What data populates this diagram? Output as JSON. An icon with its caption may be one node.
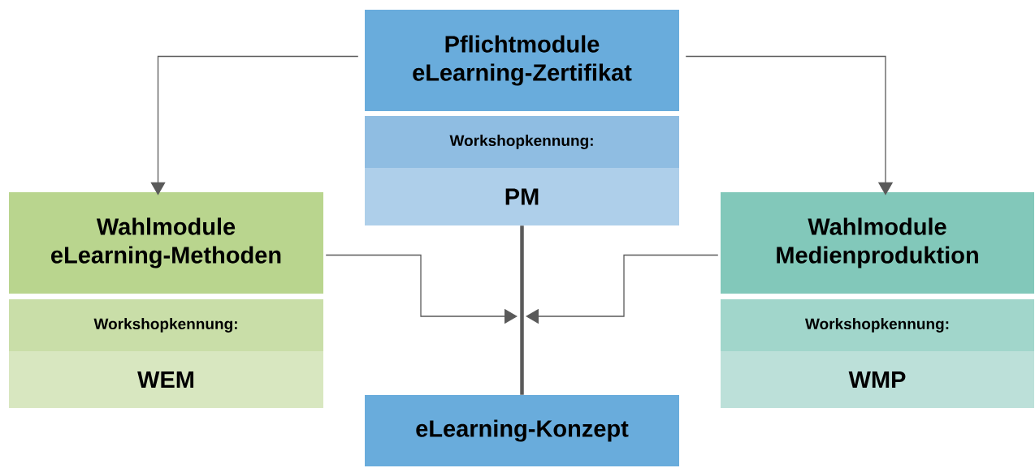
{
  "diagram": {
    "nodes": [
      {
        "text": [
          "Pflichtmodule eLearning-Zertifikat"
        ]
      },
      {
        "text": [
          "Workshopkennung:"
        ]
      },
      {
        "text": [
          "PM"
        ]
      },
      {
        "text": [
          "Wahlmodule eLearning-Methoden"
        ]
      },
      {
        "text": [
          "Workshopkennung:"
        ]
      },
      {
        "text": [
          "WEM"
        ]
      },
      {
        "text": [
          "Wahlmodule Medienproduktion"
        ]
      },
      {
        "text": [
          "Workshopkennung:"
        ]
      },
      {
        "text": [
          "WMP"
        ]
      },
      {
        "text": [
          "eLearning-Konzept"
        ]
      }
    ],
    "edges": [
      {
        "from": 0,
        "to": 3,
        "arrow": "to"
      },
      {
        "from": 0,
        "to": 6,
        "arrow": "to"
      },
      {
        "from": 3,
        "to": null,
        "arrow": "to"
      },
      {
        "from": 6,
        "to": null,
        "arrow": "to"
      },
      {
        "from": 2,
        "to": 9,
        "arrow": "none",
        "style": "thick"
      }
    ]
  }
}
